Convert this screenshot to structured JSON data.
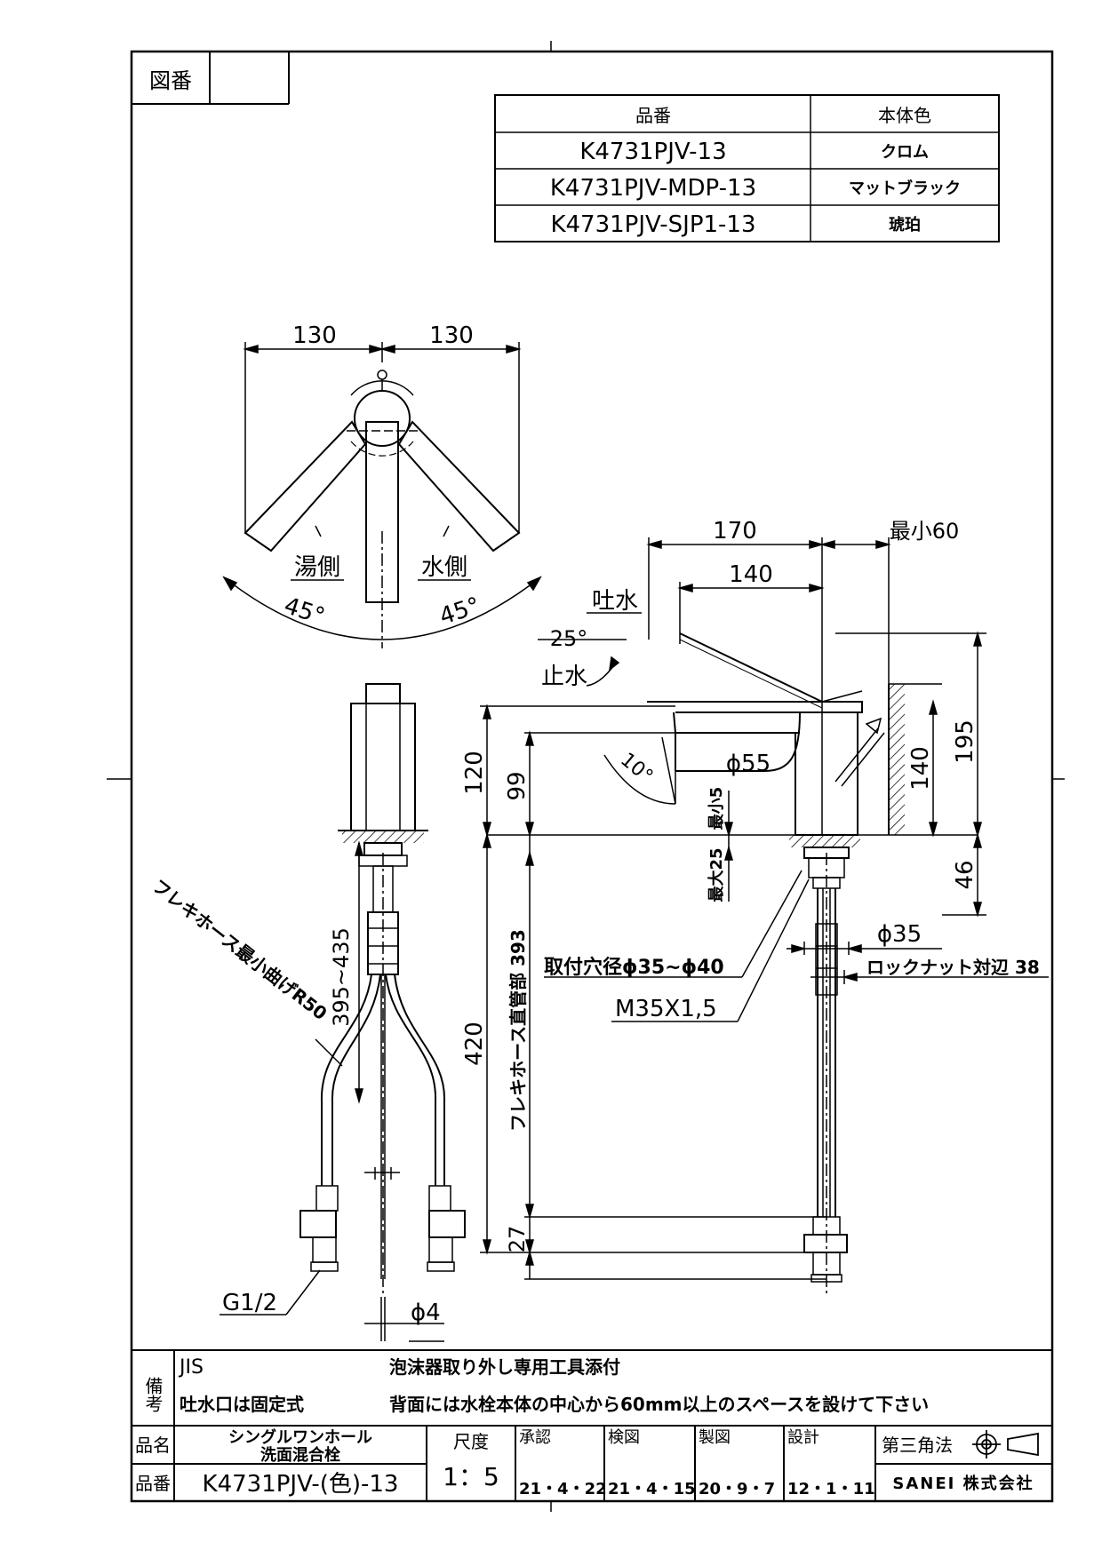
{
  "header": {
    "drawing_no_label": "図番",
    "drawing_no_value": ""
  },
  "product_table": {
    "col_part_no": "品番",
    "col_color": "本体色",
    "rows": [
      {
        "part_no": "K4731PJV-13",
        "color": "クロム"
      },
      {
        "part_no": "K4731PJV-MDP-13",
        "color": "マットブラック"
      },
      {
        "part_no": "K4731PJV-SJP1-13",
        "color": "琥珀"
      }
    ]
  },
  "top_view": {
    "dim_left": "130",
    "dim_right": "130",
    "hot_side": "湯側",
    "cold_side": "水側",
    "angle_left": "45°",
    "angle_right": "45°"
  },
  "side_view": {
    "dim_170": "170",
    "dim_min60": "最小60",
    "dim_140_top": "140",
    "spout_on": "吐水",
    "spout_angle": "25°",
    "spout_off": "止水",
    "dim_195": "195",
    "dim_140_right": "140",
    "dim_46": "46",
    "angle_10": "10°",
    "dia_55": "ϕ55",
    "dim_120": "120",
    "dim_99": "99",
    "thickness_min": "最小5",
    "thickness_max": "最大25",
    "dim_420": "420",
    "hose_straight": "フレキホース直管部 393",
    "dim_27": "27",
    "dia_35": "ϕ35",
    "mount_hole": "取付穴径ϕ35~ϕ40",
    "lock_nut": "ロックナット対辺 38",
    "thread": "M35X1,5"
  },
  "front_view": {
    "hose_bend": "フレキホース最小曲げR50",
    "dim_395_435": "395~435",
    "g12": "G1/2",
    "dia_4": "ϕ4"
  },
  "remarks": {
    "label": "備考",
    "line1_left": "JIS",
    "line1_right": "泡沫器取り外し専用工具添付",
    "line2_left": "吐水口は固定式",
    "line2_right": "背面には水栓本体の中心から60mm以上のスペースを設けて下さい"
  },
  "title_block": {
    "name_label": "品名",
    "name_line1": "シングルワンホール",
    "name_line2": "洗面混合栓",
    "number_label": "品番",
    "number_value": "K4731PJV-(色)-13",
    "scale_label": "尺度",
    "scale_value": "1：5",
    "approved_label": "承認",
    "approved_date": "21・4・22",
    "checked_label": "検図",
    "checked_date": "21・4・15",
    "drawn_label": "製図",
    "drawn_date": "20・9・7",
    "designed_label": "設計",
    "designed_date": "12・1・11",
    "projection": "第三角法",
    "company": "SANEI 株式会社"
  }
}
